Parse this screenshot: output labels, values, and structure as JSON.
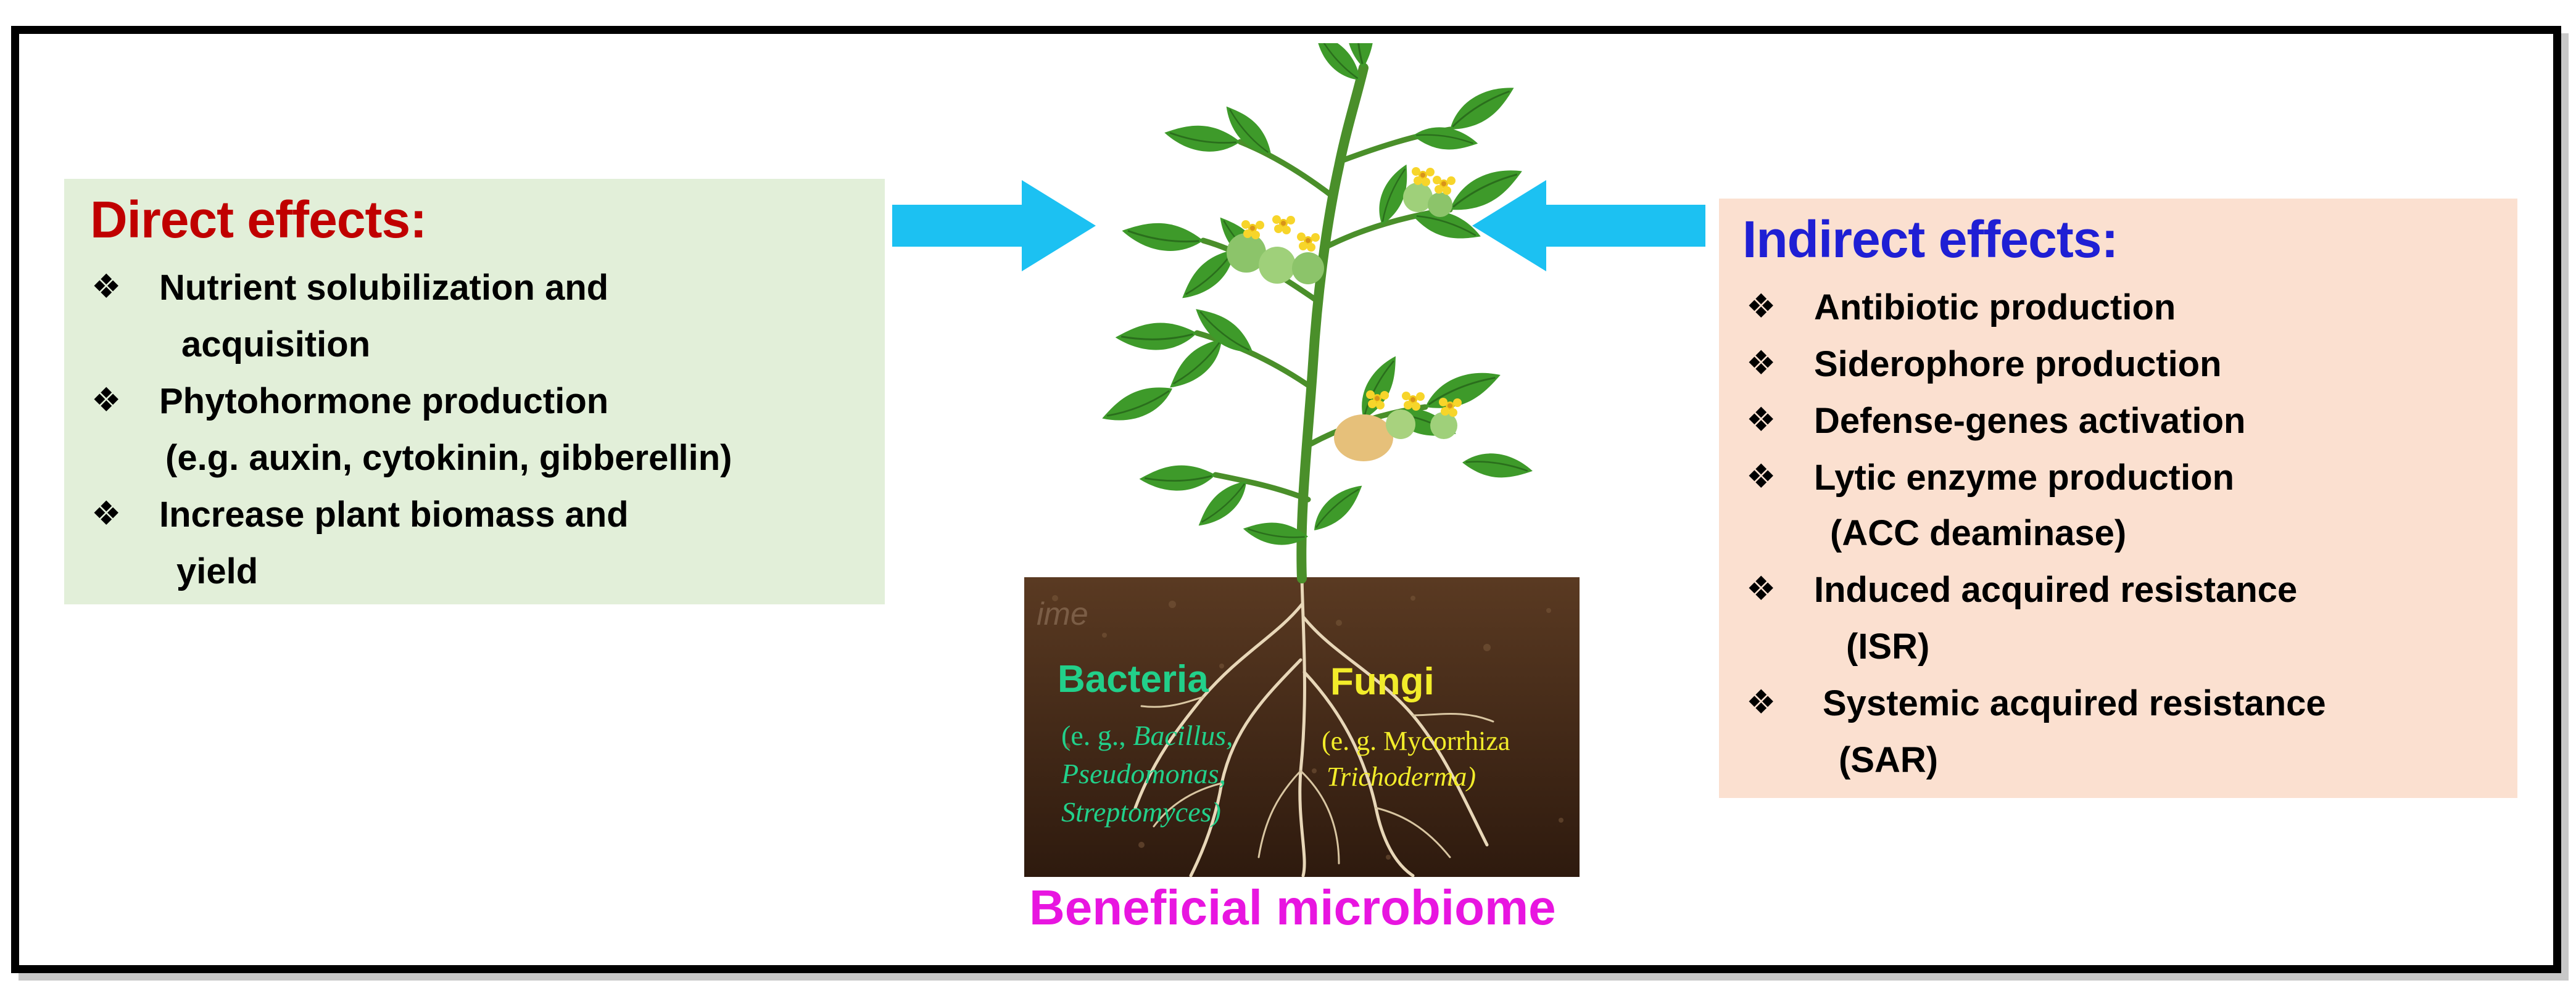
{
  "direct": {
    "title": "Direct effects:",
    "title_color": "#c00000",
    "items": [
      "Nutrient solubilization and",
      "acquisition",
      "Phytohormone production",
      "(e.g. auxin, cytokinin, gibberellin)",
      "Increase plant biomass and",
      "yield"
    ]
  },
  "indirect": {
    "title": "Indirect effects:",
    "title_color": "#1f1fd4",
    "items": [
      "Antibiotic production",
      "Siderophore production",
      "Defense-genes activation",
      "Lytic enzyme production",
      "(ACC deaminase)",
      "Induced acquired resistance",
      "(ISR)",
      "Systemic acquired resistance",
      "(SAR)"
    ]
  },
  "bullet_glyph": "❖",
  "soil": {
    "bacteria_label": "Bacteria",
    "bacteria_prefix": "(e. g., ",
    "bacteria_examples_1": "Bacillus,",
    "bacteria_examples_2": "Pseudomonas,",
    "bacteria_examples_3": "Streptomyces)",
    "fungi_label": "Fungi",
    "fungi_examples_1": "(e. g. Mycorrhiza",
    "fungi_examples_2": "Trichoderma)",
    "watermark": "ime"
  },
  "caption": "Beneficial microbiome",
  "colors": {
    "arrow": "#1cc1f2",
    "bacteria": "#22d08a",
    "fungi": "#f2ec2a",
    "caption": "#e815e0",
    "soil": "#4a2e19",
    "leaf": "#3e9a2a"
  }
}
